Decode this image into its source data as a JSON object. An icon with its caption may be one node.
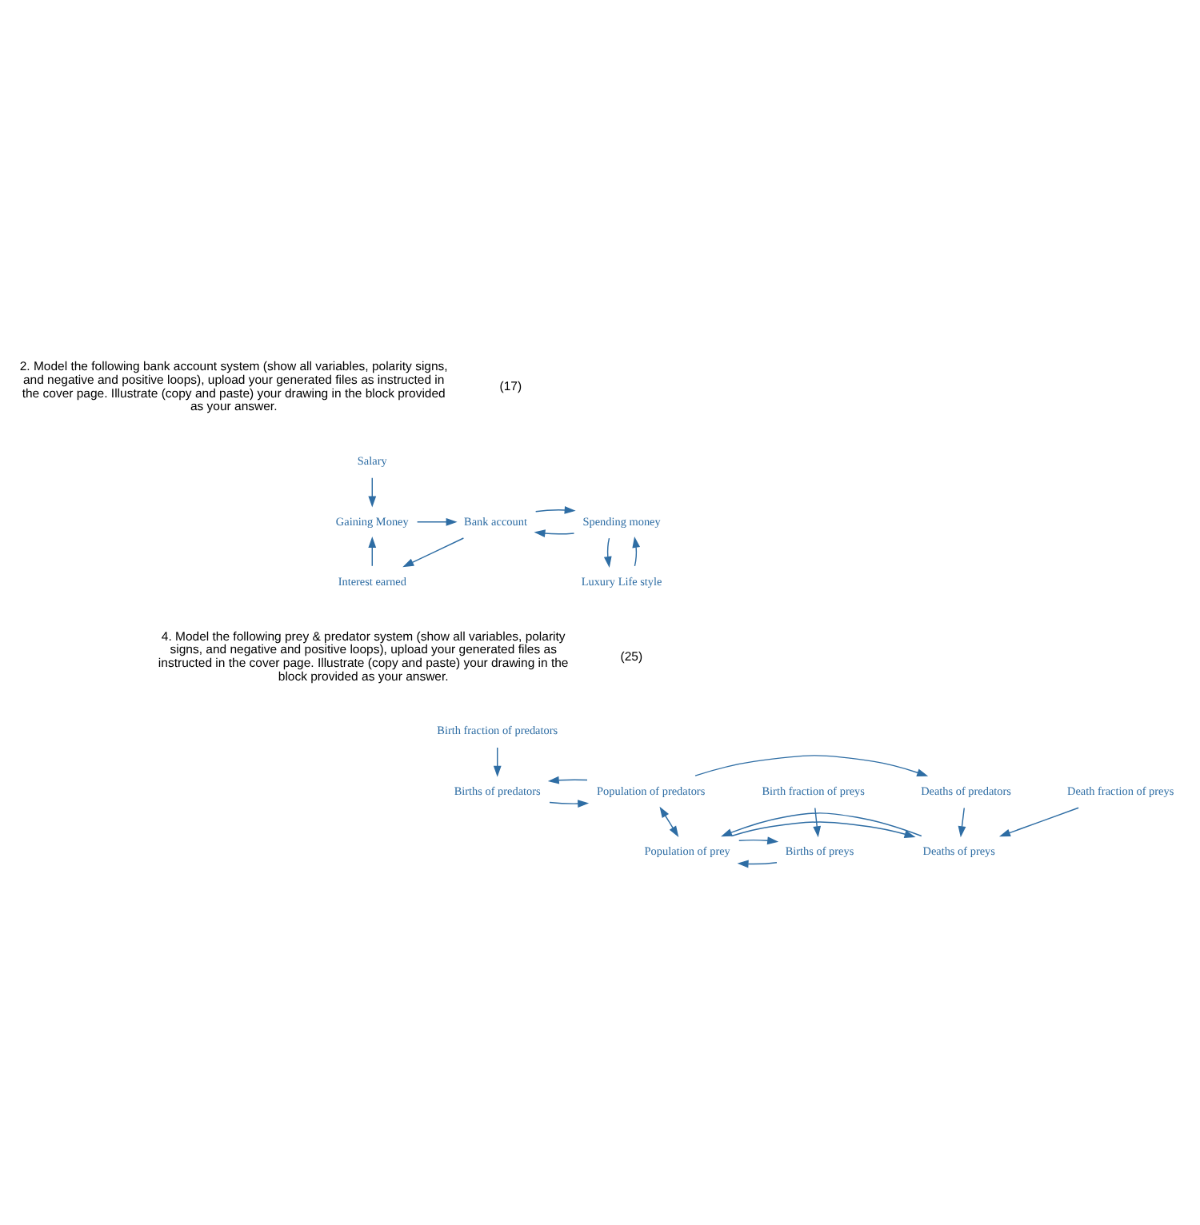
{
  "diagram": {
    "nodes": [
      {
        "text": [
          "Gaining Money"
        ]
      },
      {
        "text": [
          "Bank account"
        ]
      },
      {
        "text": [
          "Spending money"
        ]
      },
      {
        "text": [
          "Salary"
        ]
      },
      {
        "text": [
          "Interest earned"
        ]
      },
      {
        "text": [
          "Luxury Life style"
        ]
      },
      {
        "text": [
          "Birth fraction of predators"
        ]
      },
      {
        "text": [
          "Births of predators"
        ]
      },
      {
        "text": [
          "Population of predators"
        ]
      },
      {
        "text": [
          "Deaths of predators"
        ]
      },
      {
        "text": [
          "Births of preys"
        ]
      },
      {
        "text": [
          "Population of prey"
        ]
      },
      {
        "text": [
          "Deaths of preys"
        ]
      },
      {
        "text": [
          "Birth fraction of preys"
        ]
      },
      {
        "text": [
          "Death fraction of preys"
        ]
      }
    ],
    "edges": [
      {
        "from": 3,
        "to": 0,
        "arrow": "to"
      },
      {
        "from": 0,
        "to": 1,
        "arrow": "to"
      },
      {
        "from": 2,
        "to": 1,
        "arrow": "to"
      },
      {
        "from": 1,
        "to": 2,
        "arrow": "to"
      },
      {
        "from": 1,
        "to": 4,
        "arrow": "to"
      },
      {
        "from": 4,
        "to": 0,
        "arrow": "to"
      },
      {
        "from": 2,
        "to": 5,
        "arrow": "to"
      },
      {
        "from": 5,
        "to": 2,
        "arrow": "to"
      },
      {
        "from": 6,
        "to": 7,
        "arrow": "to"
      },
      {
        "from": 7,
        "to": 8,
        "arrow": "to"
      },
      {
        "from": 8,
        "to": 7,
        "arrow": "to"
      },
      {
        "from": 8,
        "to": 9,
        "arrow": "to"
      },
      {
        "from": 8,
        "to": 11,
        "arrow": "both"
      },
      {
        "from": 9,
        "to": 12,
        "arrow": "to"
      },
      {
        "from": 10,
        "to": 11,
        "arrow": "to"
      },
      {
        "from": 11,
        "to": 10,
        "arrow": "to"
      },
      {
        "from": 11,
        "to": 12,
        "arrow": "to"
      },
      {
        "from": 12,
        "to": 11,
        "arrow": "to"
      },
      {
        "from": 13,
        "to": 10,
        "arrow": "to"
      },
      {
        "from": 14,
        "to": 12,
        "arrow": "to"
      }
    ],
    "labels": [
      "2. Model the following bank account system (show all variables, polarity signs, and negative and positive loops), upload your generated files as instructed in the cover page. Illustrate (copy and paste) your drawing in the block provided as your answer.",
      "(17)",
      "4. Model the following prey & predator system (show all variables, polarity signs, and negative and positive loops), upload your generated files as instructed in the cover page. Illustrate (copy and paste) your drawing in the block provided as your answer.",
      "(25)"
    ]
  }
}
